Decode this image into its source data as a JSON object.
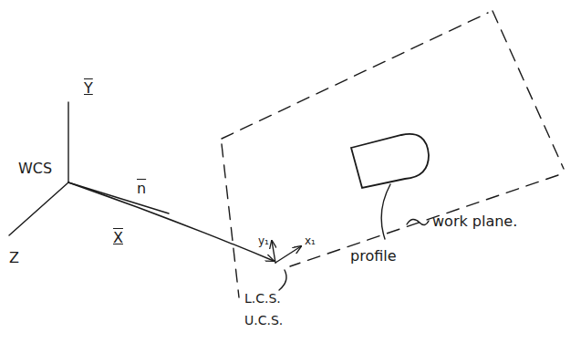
{
  "diagram": {
    "labels": [
      "WCS",
      "Y",
      "X",
      "Z",
      "n",
      "y₁",
      "x₁",
      "profile",
      "work plane.",
      "L.C.S.",
      "U.C.S."
    ]
  }
}
